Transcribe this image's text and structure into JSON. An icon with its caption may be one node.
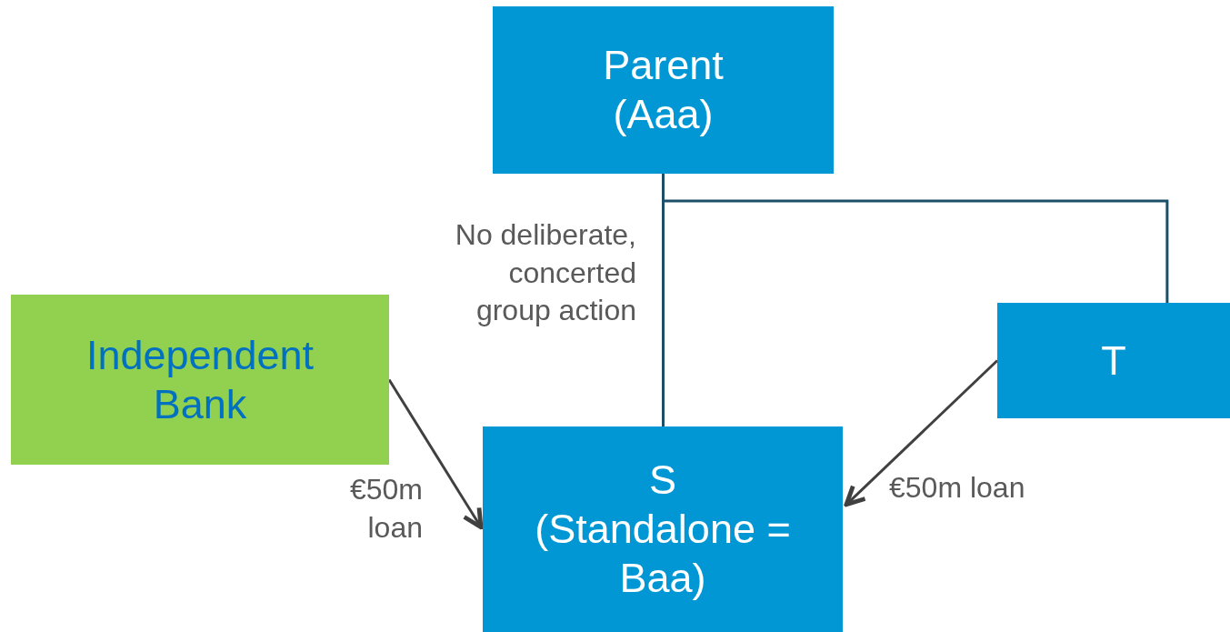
{
  "diagram": {
    "nodes": [
      {
        "text": [
          "Parent (Aaa)"
        ]
      },
      {
        "text": [
          "Independent Bank"
        ]
      },
      {
        "text": [
          "S",
          "(Standalone = Baa)"
        ]
      },
      {
        "text": [
          "T"
        ]
      }
    ],
    "edges": [
      {
        "from": 0,
        "to": 2,
        "arrow": "none",
        "label": "No deliberate, concerted group action",
        "color": "#1d5068"
      },
      {
        "from": 0,
        "to": 3,
        "arrow": "none",
        "color": "#1d5068"
      },
      {
        "from": 1,
        "to": 2,
        "arrow": "to",
        "label": "€50m loan",
        "color": "#404040"
      },
      {
        "from": 3,
        "to": 2,
        "arrow": "to",
        "label": "€50m loan",
        "color": "#404040"
      }
    ]
  }
}
